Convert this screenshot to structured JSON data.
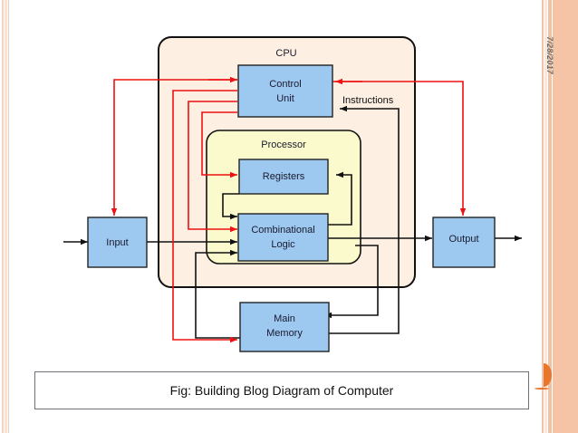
{
  "slide": {
    "date_stamp": "7/28/2017",
    "caption": "Fig: Building Blog Diagram of Computer",
    "background_color": "#ffffff",
    "accent_color": "#e8762c",
    "band_color": "#f5c3a6"
  },
  "diagram": {
    "title": "Building Blog Diagram of Computer",
    "containers": [
      {
        "id": "cpu",
        "label": "CPU",
        "fill": "#fdefe2",
        "stroke": "#111111"
      },
      {
        "id": "processor",
        "label": "Processor",
        "fill": "#fafacc",
        "stroke": "#111111"
      }
    ],
    "blocks": [
      {
        "id": "input",
        "label": "Input",
        "fill": "#9dc8f0"
      },
      {
        "id": "output",
        "label": "Output",
        "fill": "#9dc8f0"
      },
      {
        "id": "control",
        "label": "Control\nUnit",
        "line1": "Control",
        "line2": "Unit",
        "fill": "#9dc8f0"
      },
      {
        "id": "registers",
        "label": "Registers",
        "fill": "#9dc8f0"
      },
      {
        "id": "comblogic",
        "label": "Combinational\nLogic",
        "line1": "Combinational",
        "line2": "Logic",
        "fill": "#9dc8f0"
      },
      {
        "id": "mainmemory",
        "label": "Main\nMemory",
        "line1": "Main",
        "line2": "Memory",
        "fill": "#9dc8f0"
      }
    ],
    "edge_labels": [
      {
        "id": "instructions",
        "label": "Instructions"
      }
    ],
    "wire_colors": {
      "control_signal": "#ee1111",
      "data_path": "#111111"
    }
  }
}
